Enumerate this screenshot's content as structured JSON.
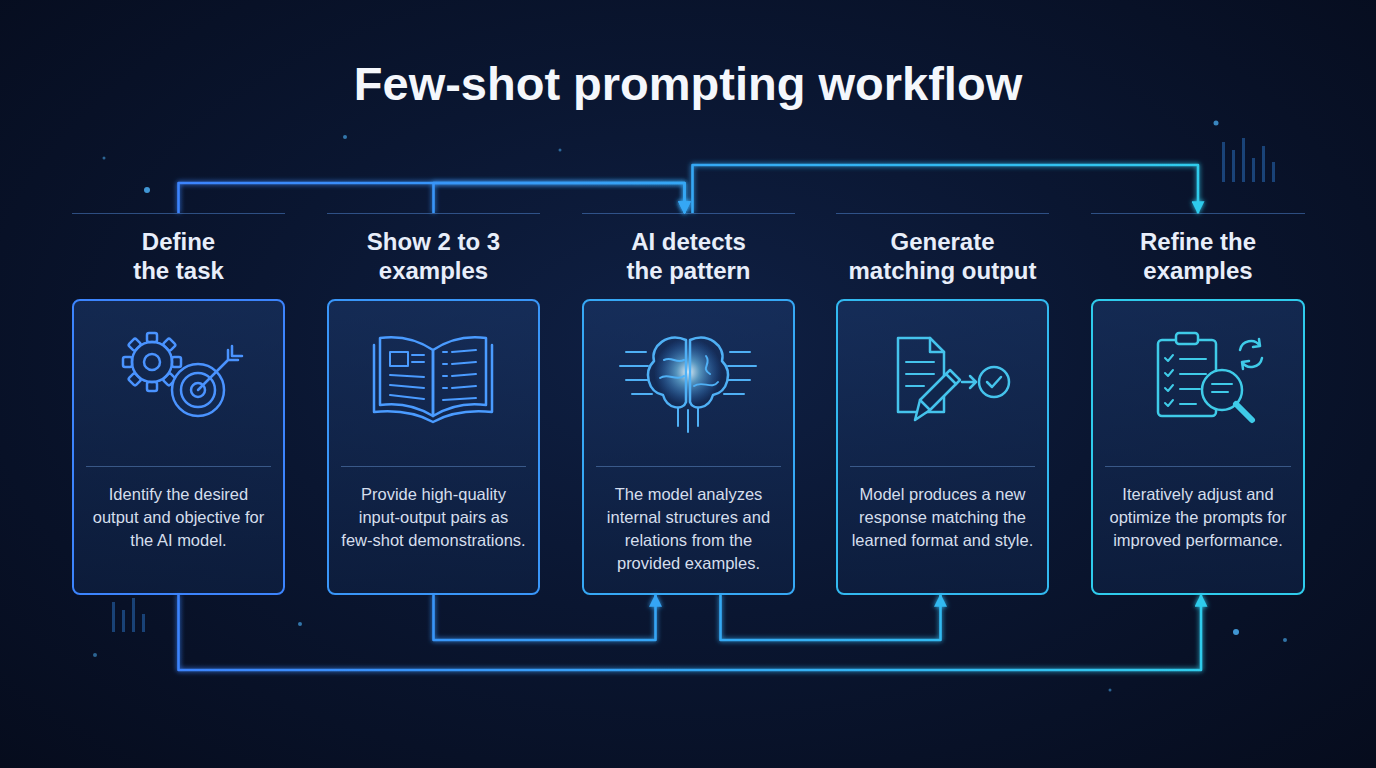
{
  "diagram": {
    "title": "Few-shot prompting workflow",
    "nodes": [
      {
        "text": [
          "Define the task",
          "Identify the desired output and objective for the AI model."
        ]
      },
      {
        "text": [
          "Show 2 to 3 examples",
          "Provide high-quality input-output pairs as few-shot demonstrations."
        ]
      },
      {
        "text": [
          "AI detects the pattern",
          "The model analyzes internal structures and relations from the provided examples."
        ]
      },
      {
        "text": [
          "Generate matching output",
          "Model produces a new response matching the learned format and style."
        ]
      },
      {
        "text": [
          "Refine the examples",
          "Iteratively adjust and optimize the prompts for improved performance."
        ]
      }
    ],
    "edges": [
      {
        "from": 0,
        "to": 1,
        "arrow": "to"
      },
      {
        "from": 1,
        "to": 2,
        "arrow": "to"
      },
      {
        "from": 2,
        "to": 3,
        "arrow": "to"
      },
      {
        "from": 3,
        "to": 4,
        "arrow": "to"
      },
      {
        "from": 0,
        "to": 2,
        "arrow": "to"
      },
      {
        "from": 1,
        "to": 2,
        "arrow": "to"
      },
      {
        "from": 2,
        "to": 4,
        "arrow": "to"
      },
      {
        "from": 1,
        "to": 2,
        "arrow": "to"
      },
      {
        "from": 2,
        "to": 3,
        "arrow": "to"
      },
      {
        "from": 0,
        "to": 4,
        "arrow": "to"
      }
    ]
  }
}
